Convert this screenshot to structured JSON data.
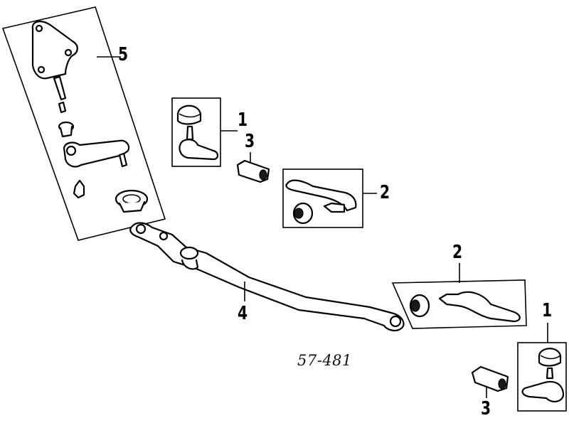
{
  "callouts": {
    "c1_upper": "1",
    "c1_lower": "1",
    "c2_upper": "2",
    "c2_lower": "2",
    "c3_upper": "3",
    "c3_lower": "3",
    "c4": "4",
    "c5": "5"
  },
  "figure_number": "57-481",
  "colors": {
    "line": "#000000",
    "background": "#ffffff"
  }
}
